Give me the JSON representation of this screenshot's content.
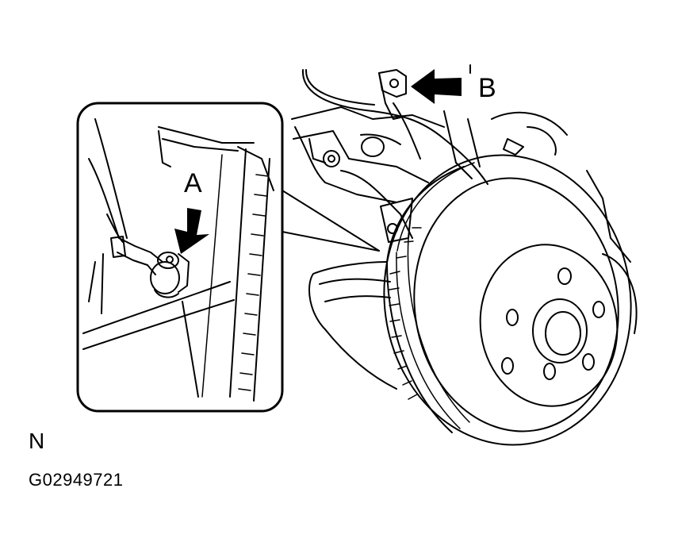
{
  "labels": {
    "a": "A",
    "b": "B",
    "n": "N",
    "figure_code": "G02949721"
  },
  "colors": {
    "line": "#000000",
    "background": "#ffffff"
  }
}
